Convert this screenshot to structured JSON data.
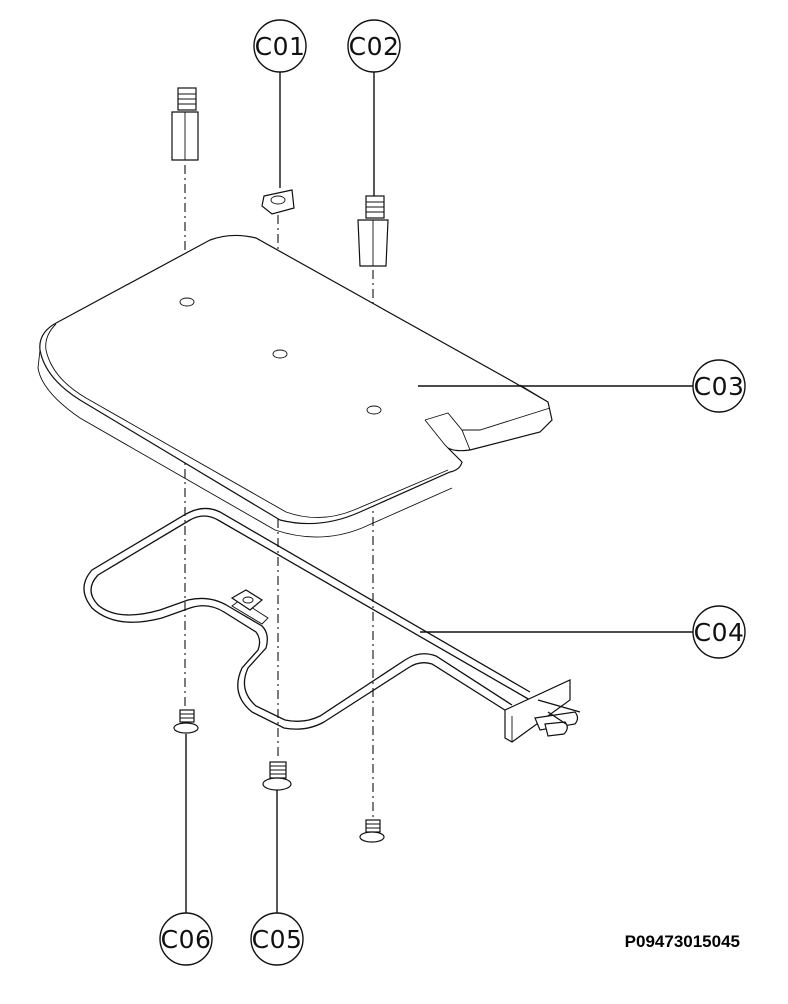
{
  "diagram": {
    "callouts": {
      "c01": "C01",
      "c02": "C02",
      "c03": "C03",
      "c04": "C04",
      "c05": "C05",
      "c06": "C06"
    },
    "part_code": "P09473015045"
  }
}
